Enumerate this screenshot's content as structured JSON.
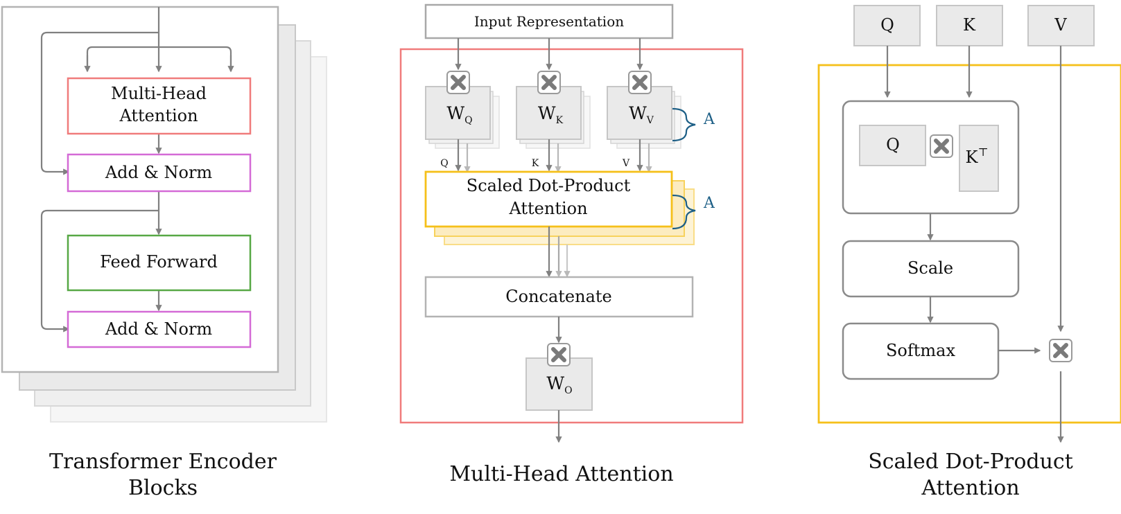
{
  "colors": {
    "gray_line": "#808080",
    "box_border_gray": "#b3b3b3",
    "box_fill_gray": "#ececec",
    "attention_red": "#f07b7b",
    "norm_magenta": "#d46ad6",
    "feedforward_green": "#57a845",
    "scaled_dot_yellow": "#f5c01a",
    "brace_blue": "#1d5f86"
  },
  "encoder": {
    "caption_line1": "Transformer Encoder",
    "caption_line2": "Blocks",
    "mha_line1": "Multi-Head",
    "mha_line2": "Attention",
    "add_norm_1": "Add & Norm",
    "feed_forward": "Feed Forward",
    "add_norm_2": "Add & Norm"
  },
  "mha": {
    "caption": "Multi-Head Attention",
    "input": "Input Representation",
    "wq": {
      "base": "W",
      "sub": "Q"
    },
    "wk": {
      "base": "W",
      "sub": "K"
    },
    "wv": {
      "base": "W",
      "sub": "V"
    },
    "wo": {
      "base": "W",
      "sub": "O"
    },
    "label_q": "Q",
    "label_k": "K",
    "label_v": "V",
    "brace_a_top": "A",
    "brace_a_bottom": "A",
    "sdpa_line1": "Scaled Dot-Product",
    "sdpa_line2": "Attention",
    "concat": "Concatenate"
  },
  "sdpa": {
    "caption_line1": "Scaled Dot-Product",
    "caption_line2": "Attention",
    "in_q": "Q",
    "in_k": "K",
    "in_v": "V",
    "inner_q": "Q",
    "inner_kt_base": "K",
    "inner_kt_sup": "⊤",
    "scale": "Scale",
    "softmax": "Softmax"
  }
}
